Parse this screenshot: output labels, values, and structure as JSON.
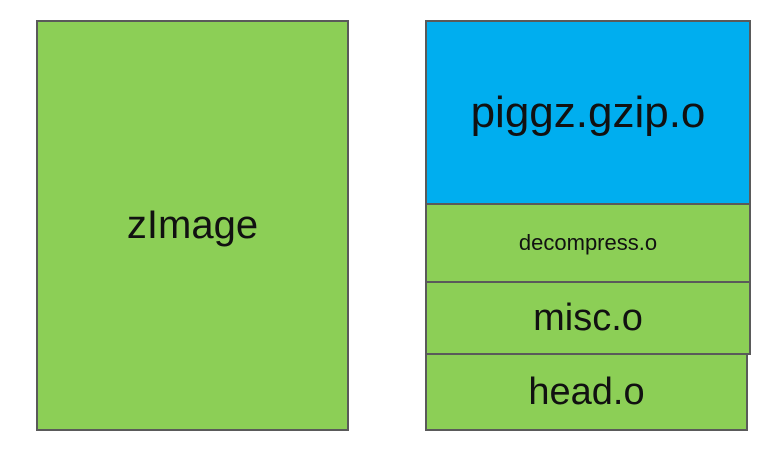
{
  "colors": {
    "green": "#8ccf56",
    "blue": "#00aeef",
    "border": "#5a5a5a",
    "text": "#111111"
  },
  "left_block": {
    "label": "zImage"
  },
  "right_stack": {
    "segments": [
      {
        "label": "piggz.gzip.o"
      },
      {
        "label": "decompress.o"
      },
      {
        "label": "misc.o"
      },
      {
        "label": "head.o"
      }
    ]
  }
}
